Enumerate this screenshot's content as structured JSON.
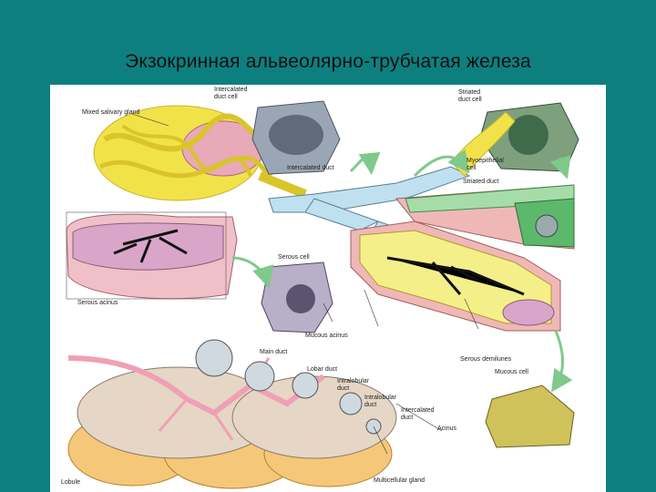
{
  "slide": {
    "title": "Экзокринная альвеолярно-трубчатая железа"
  },
  "figure": {
    "labels": {
      "mixed_salivary_gland": "Mixed salivary gland",
      "intercalated_duct_cell": "Intercalated\nduct cell",
      "striated_duct_cell": "Striated\nduct cell",
      "myoepithelial_cell": "Myoepithelial\ncell",
      "intercalated_duct": "Intercalated duct",
      "striated_duct": "Striated duct",
      "serous_cell": "Serous cell",
      "serous_acinus": "Serous acinus",
      "mucous_acinus": "Mucous acinus",
      "serous_demilunes": "Serous demilunes",
      "mucous_cell": "Mucous cell",
      "main_duct": "Main duct",
      "lobar_duct": "Lobar duct",
      "intralobular_duct_1": "Intralobular\nduct",
      "intralobular_duct_2": "Intralobular\nduct",
      "intercalated_duct_2": "Intercalated\nduct",
      "acinus": "Acinus",
      "lobule": "Lobule",
      "multicellular_gland": "Multicellular gland"
    },
    "colors": {
      "background": "#0e7f7f",
      "connective_tissue": "#f2e24a",
      "serous": "#d9a6c9",
      "duct_blue": "#bfe0ee",
      "striated_green": "#5cb86a",
      "mucous_yellow": "#f5ef8a",
      "lobule_tan": "#f4c878",
      "arrow_green": "#7fc98b"
    }
  }
}
